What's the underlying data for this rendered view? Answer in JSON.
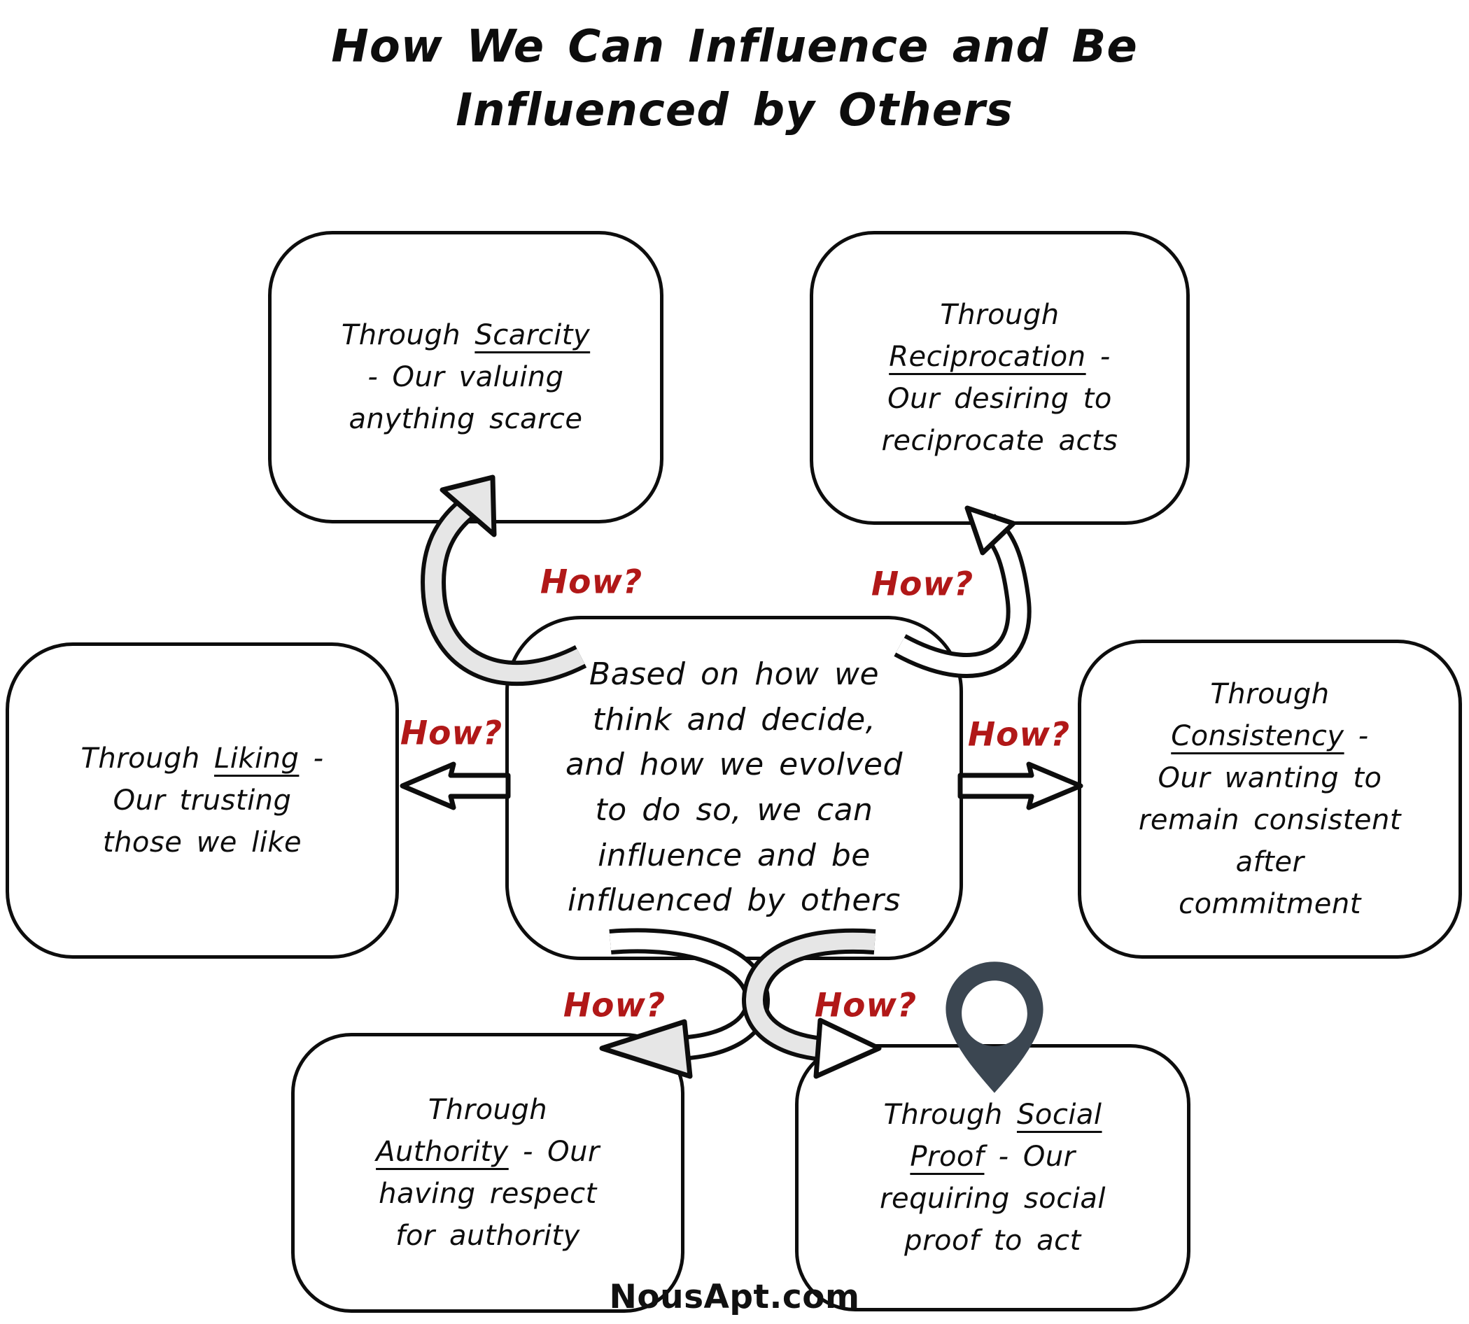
{
  "title": {
    "text": "How We Can Influence and Be\nInfluenced by Others"
  },
  "center_box": {
    "text": "Based on how we\nthink and decide,\nand how we evolved\nto do so, we can\ninfluence and be\ninfluenced by others"
  },
  "nodes": {
    "scarcity": {
      "prefix": "Through ",
      "keyword": "Scarcity",
      "suffix": "\n- Our valuing\nanything scarce"
    },
    "reciprocation": {
      "prefix": "Through\n",
      "keyword": "Reciprocation",
      "suffix": " -\nOur desiring to\nreciprocate acts"
    },
    "liking": {
      "prefix": "Through ",
      "keyword": "Liking",
      "suffix": " -\nOur trusting\nthose we like"
    },
    "consistency": {
      "prefix": "Through\n",
      "keyword": "Consistency",
      "suffix": " -\nOur wanting to\nremain consistent\nafter\ncommitment"
    },
    "authority": {
      "prefix": "Through\n",
      "keyword": "Authority",
      "suffix": " - Our\nhaving respect\nfor authority"
    },
    "social_proof": {
      "prefix": "Through ",
      "keyword": "Social\nProof",
      "suffix": " - Our\nrequiring social\nproof to act"
    }
  },
  "connector_label": "How?",
  "watermark": "NousApt.com",
  "colors": {
    "ink": "#0d0d0d",
    "accent_red": "#b11818",
    "arrow_gray": "#e6e6e6",
    "pin": "#3b4651",
    "background": "#ffffff"
  },
  "icons": {
    "pin": "location-pin-icon"
  }
}
